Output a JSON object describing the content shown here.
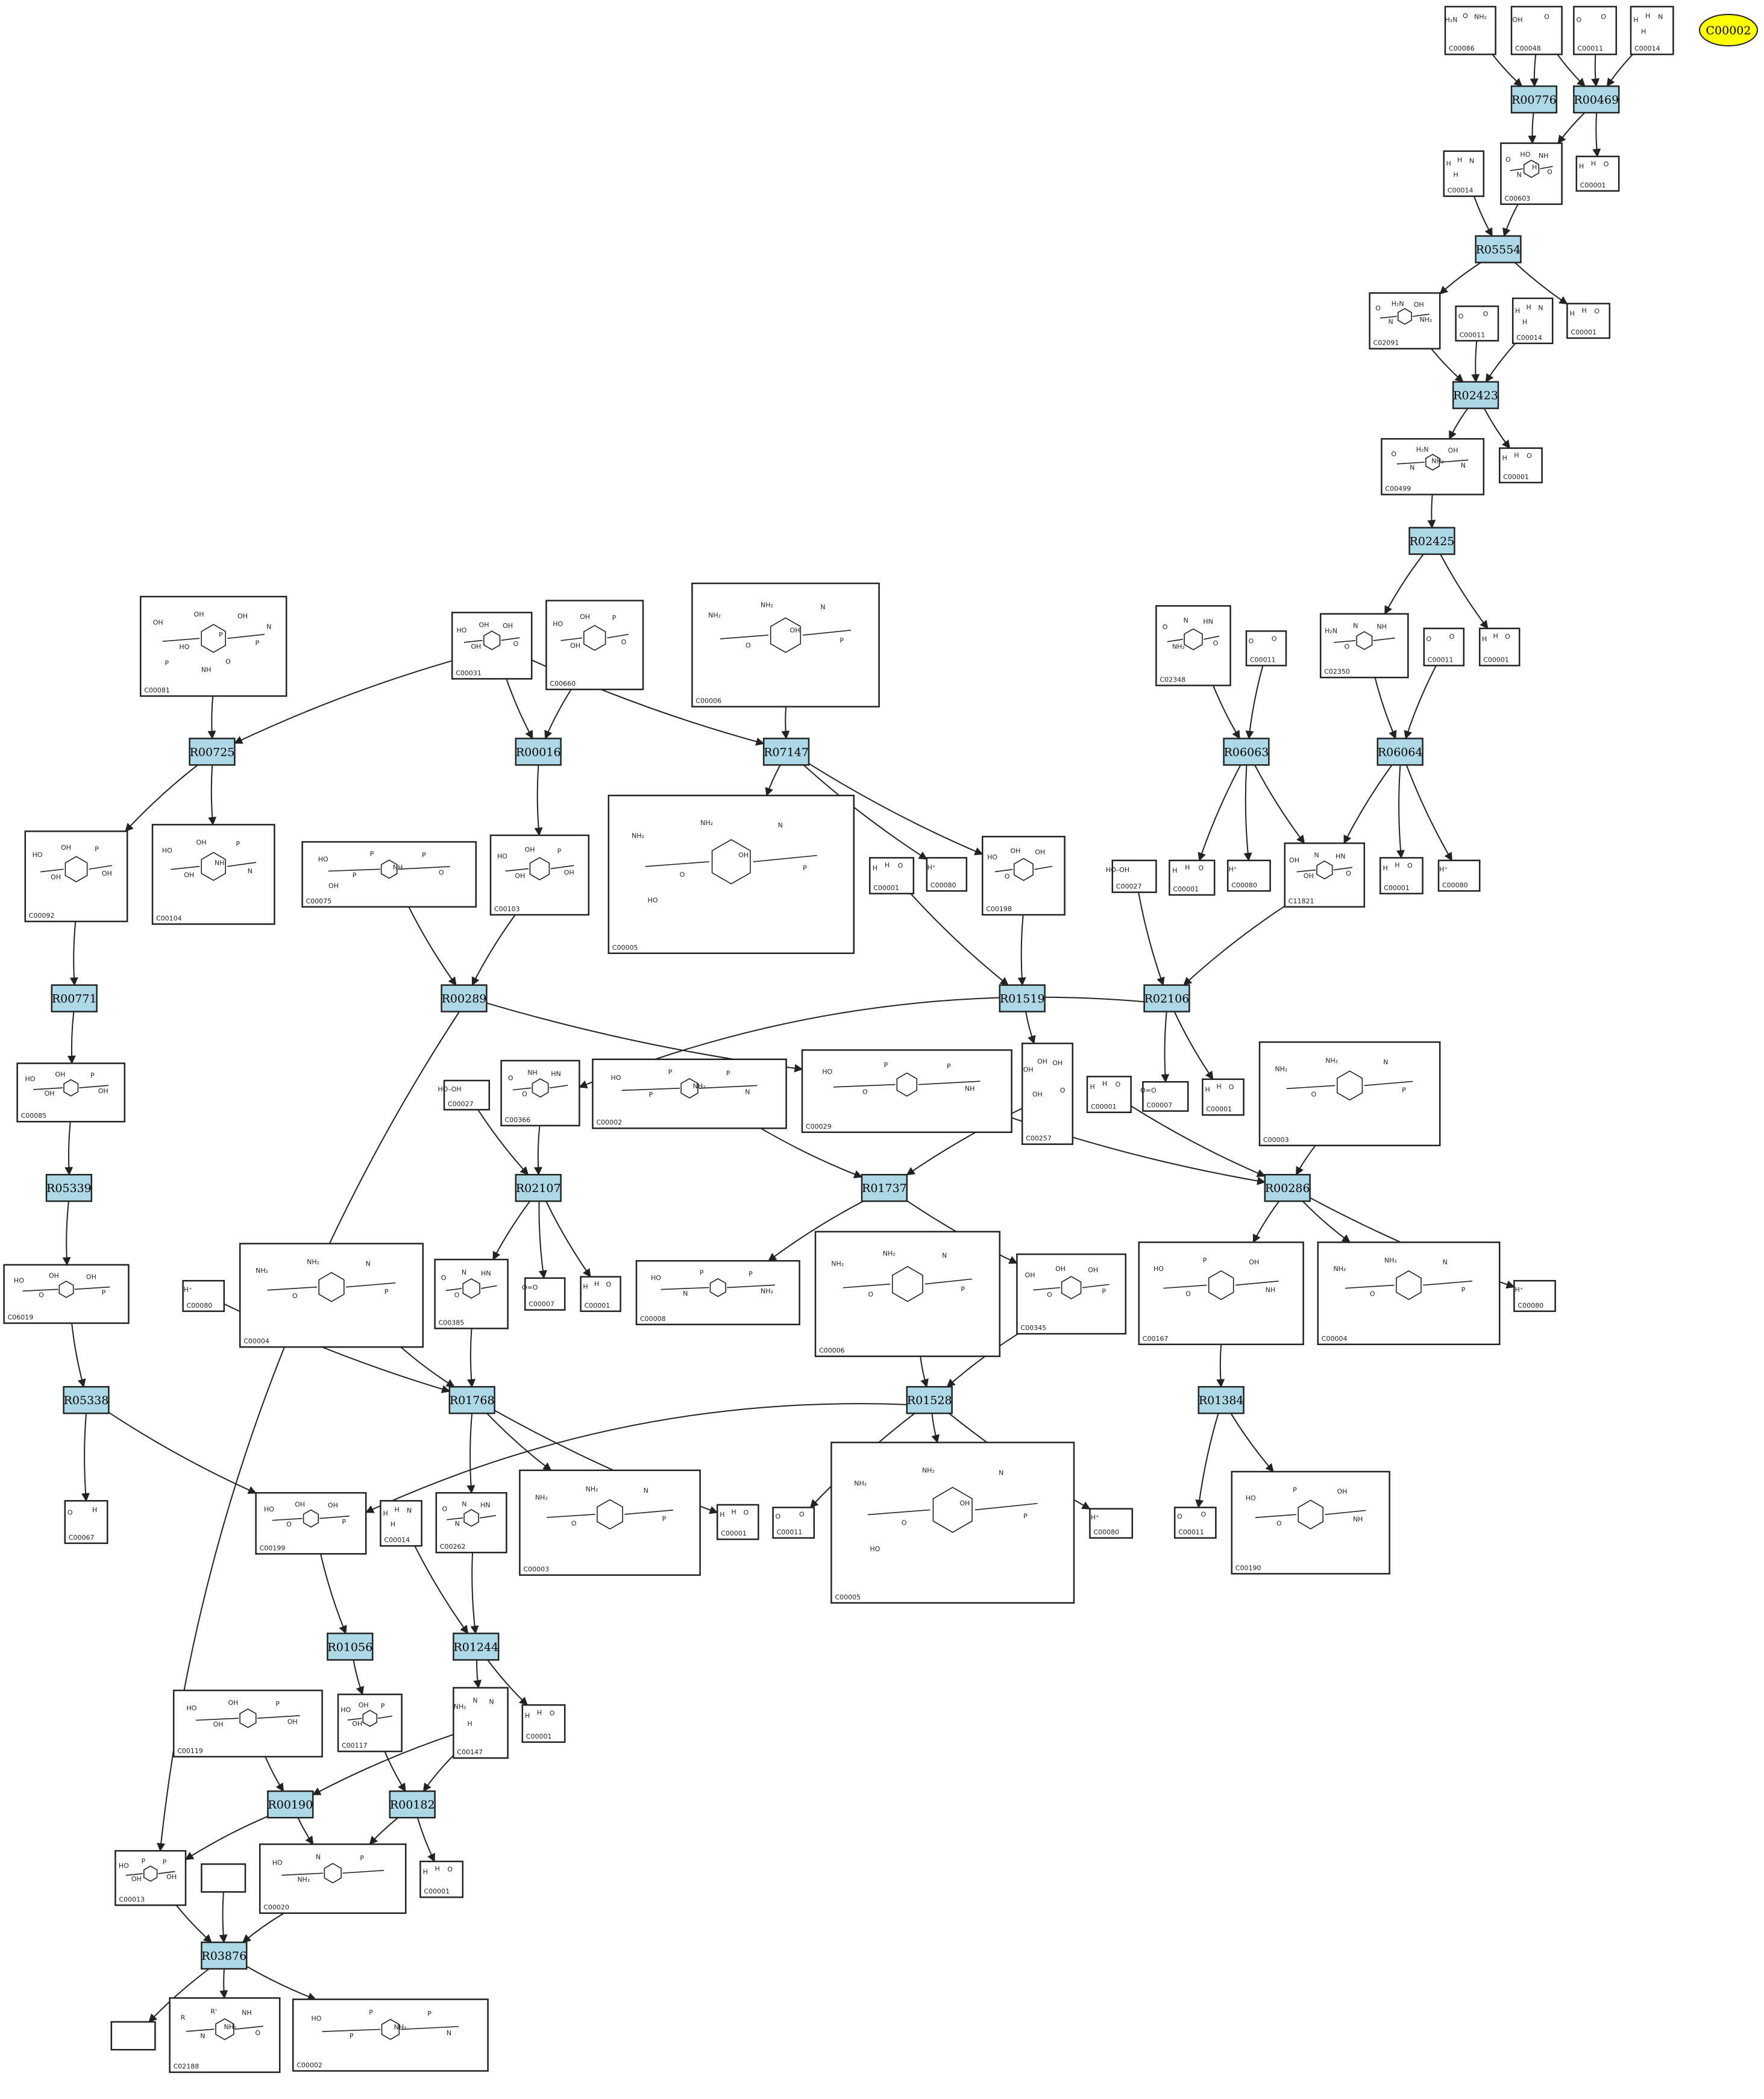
{
  "target": "C00002",
  "reactions": [
    "R00776",
    "R00469",
    "R05554",
    "R02423",
    "R02425",
    "R06063",
    "R06064",
    "R00725",
    "R00016",
    "R07147",
    "R01519",
    "R02106",
    "R00771",
    "R00289",
    "R05339",
    "R02107",
    "R01737",
    "R00286",
    "R05338",
    "R01768",
    "R01528",
    "R01384",
    "R01056",
    "R01244",
    "R00190",
    "R00182",
    "R03876"
  ],
  "compounds": {
    "c1": {
      "id": "C00086",
      "atoms": [
        "H₂N",
        "NH₂",
        "O"
      ]
    },
    "c2": {
      "id": "C00048",
      "atoms": [
        "OH",
        "O"
      ]
    },
    "c3": {
      "id": "C00011",
      "atoms": [
        "O",
        "O"
      ]
    },
    "c4": {
      "id": "C00014",
      "atoms": [
        "H",
        "N",
        "H",
        "H"
      ]
    },
    "c5": {
      "id": "C00603",
      "atoms": [
        "O",
        "NH",
        "HO",
        "N",
        "O",
        "H"
      ]
    },
    "c6": {
      "id": "C00014",
      "atoms": [
        "H",
        "N",
        "H",
        "H"
      ]
    },
    "c7": {
      "id": "C00001",
      "atoms": [
        "H",
        "O",
        "H"
      ]
    },
    "c8": {
      "id": "C02091",
      "atoms": [
        "O",
        "OH",
        "H₂N",
        "N",
        "NH₂"
      ]
    },
    "c9": {
      "id": "C00011",
      "atoms": [
        "O",
        "O"
      ]
    },
    "c10": {
      "id": "C00014",
      "atoms": [
        "H",
        "N",
        "H",
        "H"
      ]
    },
    "c11": {
      "id": "C00001",
      "atoms": [
        "H",
        "O",
        "H"
      ]
    },
    "c12": {
      "id": "C00499",
      "atoms": [
        "O",
        "OH",
        "H₂N",
        "N",
        "N",
        "NH₂"
      ]
    },
    "c13": {
      "id": "C00001",
      "atoms": [
        "H",
        "O",
        "H"
      ]
    },
    "c14": {
      "id": "C02348",
      "atoms": [
        "O",
        "HN",
        "N",
        "NH₂",
        "O"
      ]
    },
    "c15": {
      "id": "C00011",
      "atoms": [
        "O",
        "O"
      ]
    },
    "c16": {
      "id": "C02350",
      "atoms": [
        "H₂N",
        "NH",
        "N",
        "O"
      ]
    },
    "c17": {
      "id": "C00011",
      "atoms": [
        "O",
        "O"
      ]
    },
    "c18": {
      "id": "C00001",
      "atoms": [
        "H",
        "O",
        "H"
      ]
    },
    "c19": {
      "id": "C00081",
      "atoms": [
        "OH",
        "OH",
        "OH",
        "HO",
        "P",
        "P",
        "P",
        "O",
        "N",
        "NH"
      ]
    },
    "c20": {
      "id": "C00031",
      "atoms": [
        "HO",
        "OH",
        "OH",
        "OH",
        "O"
      ]
    },
    "c21": {
      "id": "C00660",
      "atoms": [
        "HO",
        "P",
        "OH",
        "OH",
        "O"
      ]
    },
    "c22": {
      "id": "C00006",
      "atoms": [
        "NH₂",
        "N",
        "NH₂",
        "O",
        "P",
        "OH"
      ]
    },
    "c23": {
      "id": "C00092",
      "atoms": [
        "HO",
        "P",
        "OH",
        "OH",
        "OH"
      ]
    },
    "c24": {
      "id": "C00104",
      "atoms": [
        "HO",
        "P",
        "OH",
        "OH",
        "N",
        "NH"
      ]
    },
    "c25": {
      "id": "C00075",
      "atoms": [
        "HO",
        "P",
        "P",
        "P",
        "O",
        "NH",
        "OH"
      ]
    },
    "c26": {
      "id": "C00103",
      "atoms": [
        "HO",
        "P",
        "OH",
        "OH",
        "OH"
      ]
    },
    "c27": {
      "id": "C00005",
      "atoms": [
        "NH₂",
        "N",
        "NH₂",
        "O",
        "P",
        "OH",
        "HO"
      ]
    },
    "c28": {
      "id": "C00001",
      "atoms": [
        "H",
        "O",
        "H"
      ]
    },
    "c29": {
      "id": "C00080",
      "atoms": [
        "H⁺"
      ]
    },
    "c30": {
      "id": "C00198",
      "atoms": [
        "HO",
        "OH",
        "OH",
        "O"
      ]
    },
    "c31": {
      "id": "C00080",
      "atoms": [
        "H⁺"
      ]
    },
    "c32": {
      "id": "C00001",
      "atoms": [
        "H",
        "O",
        "H"
      ]
    },
    "c33": {
      "id": "C00001",
      "atoms": [
        "H",
        "O",
        "H"
      ]
    },
    "c34": {
      "id": "C00027",
      "atoms": [
        "HO–OH"
      ]
    },
    "c35": {
      "id": "C11821",
      "atoms": [
        "OH",
        "HN",
        "N",
        "OH",
        "O"
      ]
    },
    "c36": {
      "id": "C00080",
      "atoms": [
        "H⁺"
      ]
    },
    "c37": {
      "id": "C00085",
      "atoms": [
        "HO",
        "P",
        "OH",
        "OH",
        "OH"
      ]
    },
    "c38": {
      "id": "C00027",
      "atoms": [
        "HO–OH"
      ]
    },
    "c39": {
      "id": "C00366",
      "atoms": [
        "O",
        "HN",
        "NH",
        "O"
      ]
    },
    "c40": {
      "id": "C00002",
      "atoms": [
        "HO",
        "P",
        "P",
        "P",
        "N",
        "NH₂"
      ]
    },
    "c41": {
      "id": "C00029",
      "atoms": [
        "HO",
        "P",
        "P",
        "O",
        "NH"
      ]
    },
    "c42": {
      "id": "C00257",
      "atoms": [
        "OH",
        "OH",
        "OH",
        "OH",
        "O"
      ]
    },
    "c43": {
      "id": "C00001",
      "atoms": [
        "H",
        "O",
        "H"
      ]
    },
    "c44": {
      "id": "C00007",
      "atoms": [
        "O=O"
      ]
    },
    "c45": {
      "id": "C00001",
      "atoms": [
        "H",
        "O",
        "H"
      ]
    },
    "c46": {
      "id": "C00003",
      "atoms": [
        "NH₂",
        "N",
        "NH₂",
        "O",
        "P"
      ]
    },
    "c47": {
      "id": "C06019",
      "atoms": [
        "HO",
        "OH",
        "OH",
        "O",
        "P"
      ]
    },
    "c48": {
      "id": "C00080",
      "atoms": [
        "H⁺"
      ]
    },
    "c49": {
      "id": "C00004",
      "atoms": [
        "NH₂",
        "N",
        "NH₂",
        "O",
        "P"
      ]
    },
    "c50": {
      "id": "C00385",
      "atoms": [
        "O",
        "HN",
        "N",
        "O"
      ]
    },
    "c51": {
      "id": "C00007",
      "atoms": [
        "O=O"
      ]
    },
    "c52": {
      "id": "C00001",
      "atoms": [
        "H",
        "O",
        "H"
      ]
    },
    "c53": {
      "id": "C00008",
      "atoms": [
        "HO",
        "P",
        "P",
        "N",
        "NH₂"
      ]
    },
    "c54": {
      "id": "C00006",
      "atoms": [
        "NH₂",
        "N",
        "NH₂",
        "O",
        "P"
      ]
    },
    "c55": {
      "id": "C00345",
      "atoms": [
        "OH",
        "OH",
        "OH",
        "O",
        "P"
      ]
    },
    "c56": {
      "id": "C00167",
      "atoms": [
        "HO",
        "OH",
        "P",
        "O",
        "NH"
      ]
    },
    "c57": {
      "id": "C00004",
      "atoms": [
        "NH₂",
        "N",
        "NH₂",
        "O",
        "P"
      ]
    },
    "c58": {
      "id": "C00080",
      "atoms": [
        "H⁺"
      ]
    },
    "c59": {
      "id": "C00067",
      "atoms": [
        "O",
        "H"
      ]
    },
    "c60": {
      "id": "C00199",
      "atoms": [
        "HO",
        "OH",
        "OH",
        "O",
        "P"
      ]
    },
    "c61": {
      "id": "C00014",
      "atoms": [
        "H",
        "N",
        "H",
        "H"
      ]
    },
    "c62": {
      "id": "C00262",
      "atoms": [
        "O",
        "HN",
        "N",
        "N"
      ]
    },
    "c63": {
      "id": "C00003",
      "atoms": [
        "NH₂",
        "N",
        "NH₂",
        "O",
        "P"
      ]
    },
    "c64": {
      "id": "C00001",
      "atoms": [
        "H",
        "O",
        "H"
      ]
    },
    "c65": {
      "id": "C00011",
      "atoms": [
        "O",
        "O"
      ]
    },
    "c66": {
      "id": "C00005",
      "atoms": [
        "NH₂",
        "N",
        "NH₂",
        "O",
        "P",
        "OH",
        "HO"
      ]
    },
    "c67": {
      "id": "C00080",
      "atoms": [
        "H⁺"
      ]
    },
    "c68": {
      "id": "C00011",
      "atoms": [
        "O",
        "O"
      ]
    },
    "c69": {
      "id": "C00190",
      "atoms": [
        "HO",
        "OH",
        "P",
        "O",
        "NH"
      ]
    },
    "c70": {
      "id": "C00119",
      "atoms": [
        "HO",
        "P",
        "OH",
        "OH",
        "OH"
      ]
    },
    "c71": {
      "id": "C00117",
      "atoms": [
        "HO",
        "P",
        "OH",
        "OH"
      ]
    },
    "c72": {
      "id": "C00147",
      "atoms": [
        "NH₂",
        "N",
        "N",
        "H"
      ]
    },
    "c73": {
      "id": "C00001",
      "atoms": [
        "H",
        "O",
        "H"
      ]
    },
    "c74": {
      "id": "C00013",
      "atoms": [
        "HO",
        "P",
        "P",
        "OH",
        "OH"
      ]
    },
    "c75": {
      "id": "",
      "atoms": []
    },
    "c76": {
      "id": "C00020",
      "atoms": [
        "HO",
        "P",
        "N",
        "NH₂"
      ]
    },
    "c77": {
      "id": "C00001",
      "atoms": [
        "H",
        "O",
        "H"
      ]
    },
    "c78": {
      "id": "",
      "atoms": []
    },
    "c79": {
      "id": "C02188",
      "atoms": [
        "R",
        "NH",
        "R'",
        "N",
        "O",
        "NH₂"
      ]
    },
    "c80": {
      "id": "C00002",
      "atoms": [
        "HO",
        "P",
        "P",
        "P",
        "N",
        "NH₂"
      ]
    }
  }
}
